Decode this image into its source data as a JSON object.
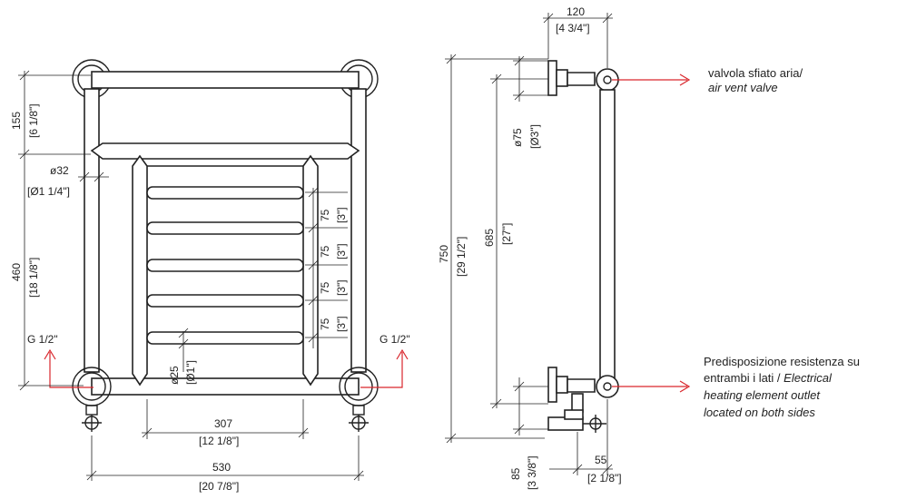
{
  "colors": {
    "ink": "#222222",
    "callout": "#d9262c",
    "background": "#ffffff"
  },
  "front_view": {
    "top_height": {
      "mm": "155",
      "inch": "[6 1/8\"]"
    },
    "pipe_diameter": {
      "mm": "ø32",
      "inch": "[Ø1 1/4\"]"
    },
    "rail_spacing": [
      {
        "mm": "75",
        "inch": "[3\"]"
      },
      {
        "mm": "75",
        "inch": "[3\"]"
      },
      {
        "mm": "75",
        "inch": "[3\"]"
      },
      {
        "mm": "75",
        "inch": "[3\"]"
      }
    ],
    "lower_height": {
      "mm": "460",
      "inch": "[18 1/8\"]"
    },
    "rail_diameter": {
      "mm": "ø25",
      "inch": "[Ø1\"]"
    },
    "inner_width": {
      "mm": "307",
      "inch": "[12 1/8\"]"
    },
    "overall_width": {
      "mm": "530",
      "inch": "[20 7/8\"]"
    },
    "connection_left": "G 1/2\"",
    "connection_right": "G 1/2\""
  },
  "side_view": {
    "depth": {
      "mm": "120",
      "inch": "[4 3/4\"]"
    },
    "flange_diameter": {
      "mm": "ø75",
      "inch": "[Ø3\"]"
    },
    "overall_height": {
      "mm": "750",
      "inch": "[29 1/2\"]"
    },
    "centre_height": {
      "mm": "685",
      "inch": "[27\"]"
    },
    "valve_drop": {
      "mm": "85",
      "inch": "[3 3/8\"]"
    },
    "valve_offset": {
      "mm": "55",
      "inch": "[2 1/8\"]"
    },
    "air_vent_note": {
      "line1": "valvola sfiato aria/",
      "line2": "air vent valve"
    },
    "heating_note": {
      "line1": "Predisposizione resistenza su",
      "line2_plain": "entrambi i lati / ",
      "line2_italic": "Electrical",
      "line3": "heating element outlet",
      "line4": "located on both sides"
    }
  }
}
